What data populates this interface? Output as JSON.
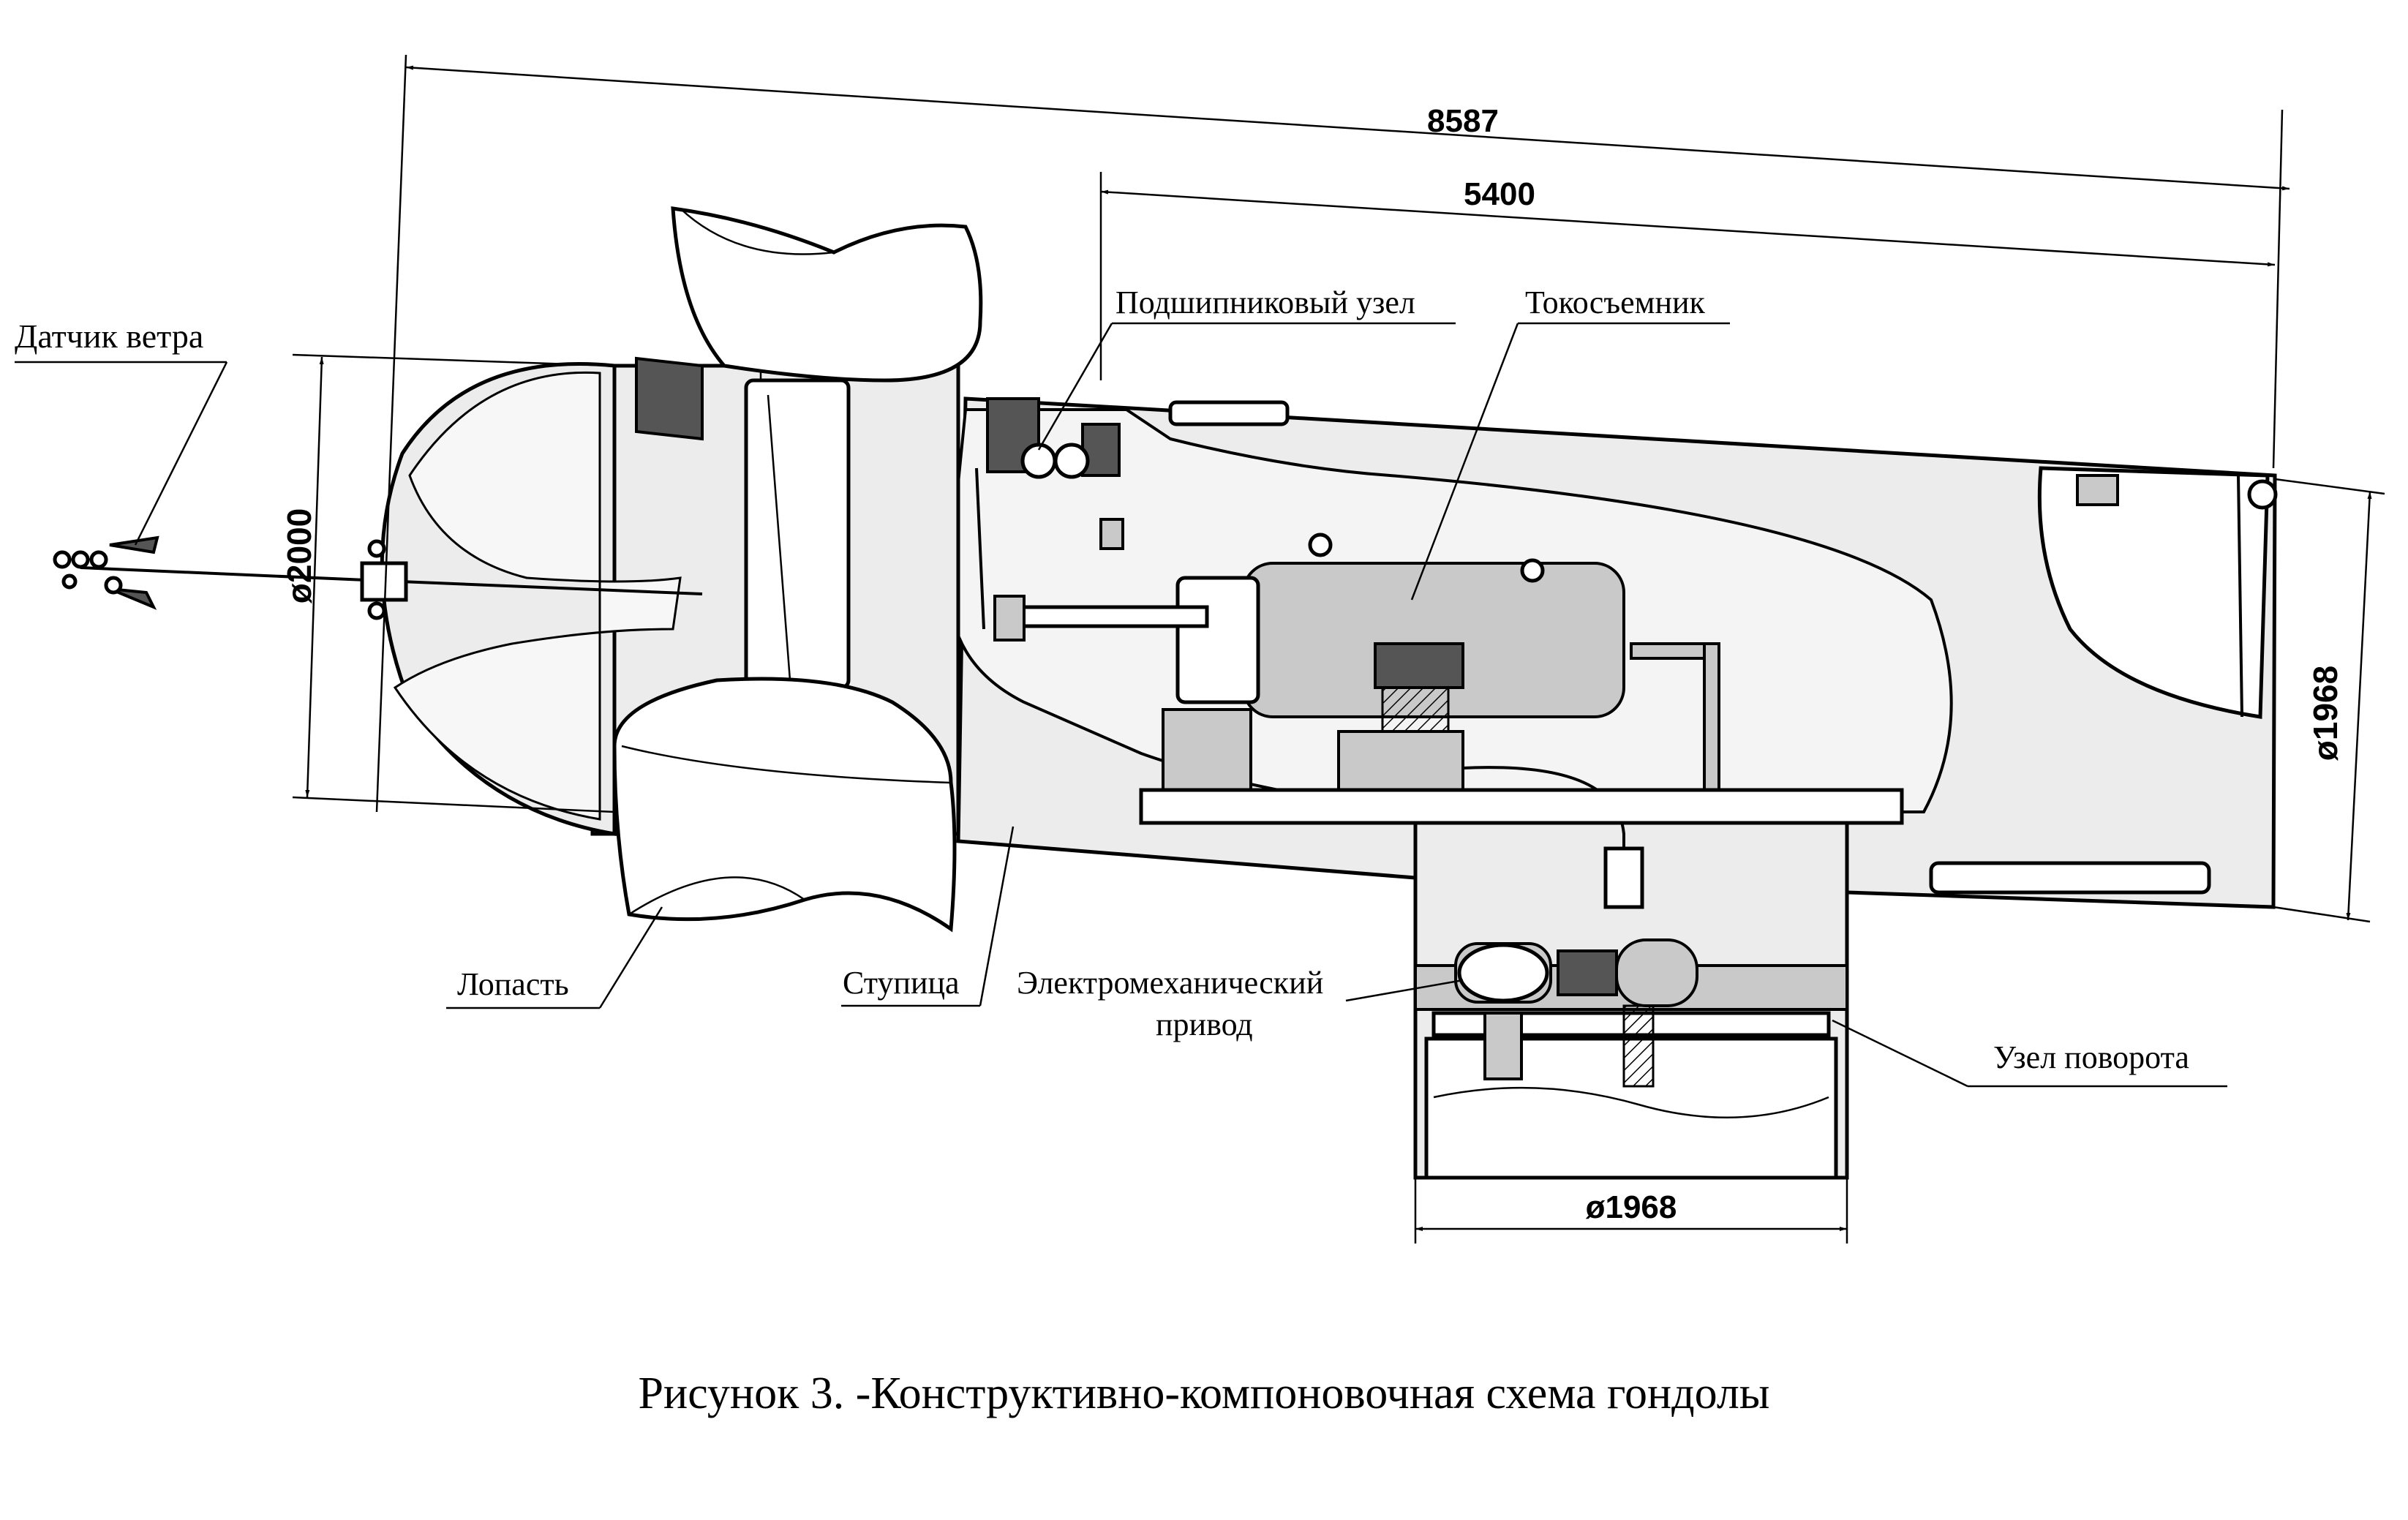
{
  "labels": {
    "wind_sensor": "Датчик ветра",
    "bearing_unit": "Подшипниковый узел",
    "current_collector": "Токосъемник",
    "blade": "Лопасть",
    "hub": "Ступица",
    "electromech_drive_line1": "Электромеханический",
    "electromech_drive_line2": "привод",
    "yaw_unit": "Узел поворота"
  },
  "dimensions": {
    "overall_length": "8587",
    "body_length": "5400",
    "rotor_diameter": "ø2000",
    "nacelle_diameter": "ø1968",
    "tower_diameter": "ø1968"
  },
  "caption": "Рисунок 3. -Конструктивно-компоновочная схема гондолы"
}
